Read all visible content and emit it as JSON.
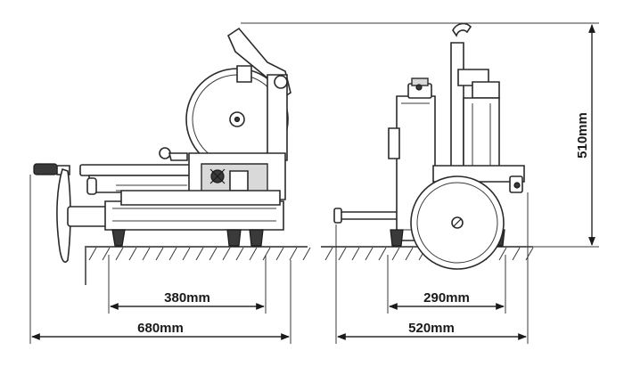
{
  "dimensions": {
    "side_base_width": "380mm",
    "side_total_width": "680mm",
    "front_base_width": "290mm",
    "front_total_width": "520mm",
    "total_height": "510mm"
  }
}
